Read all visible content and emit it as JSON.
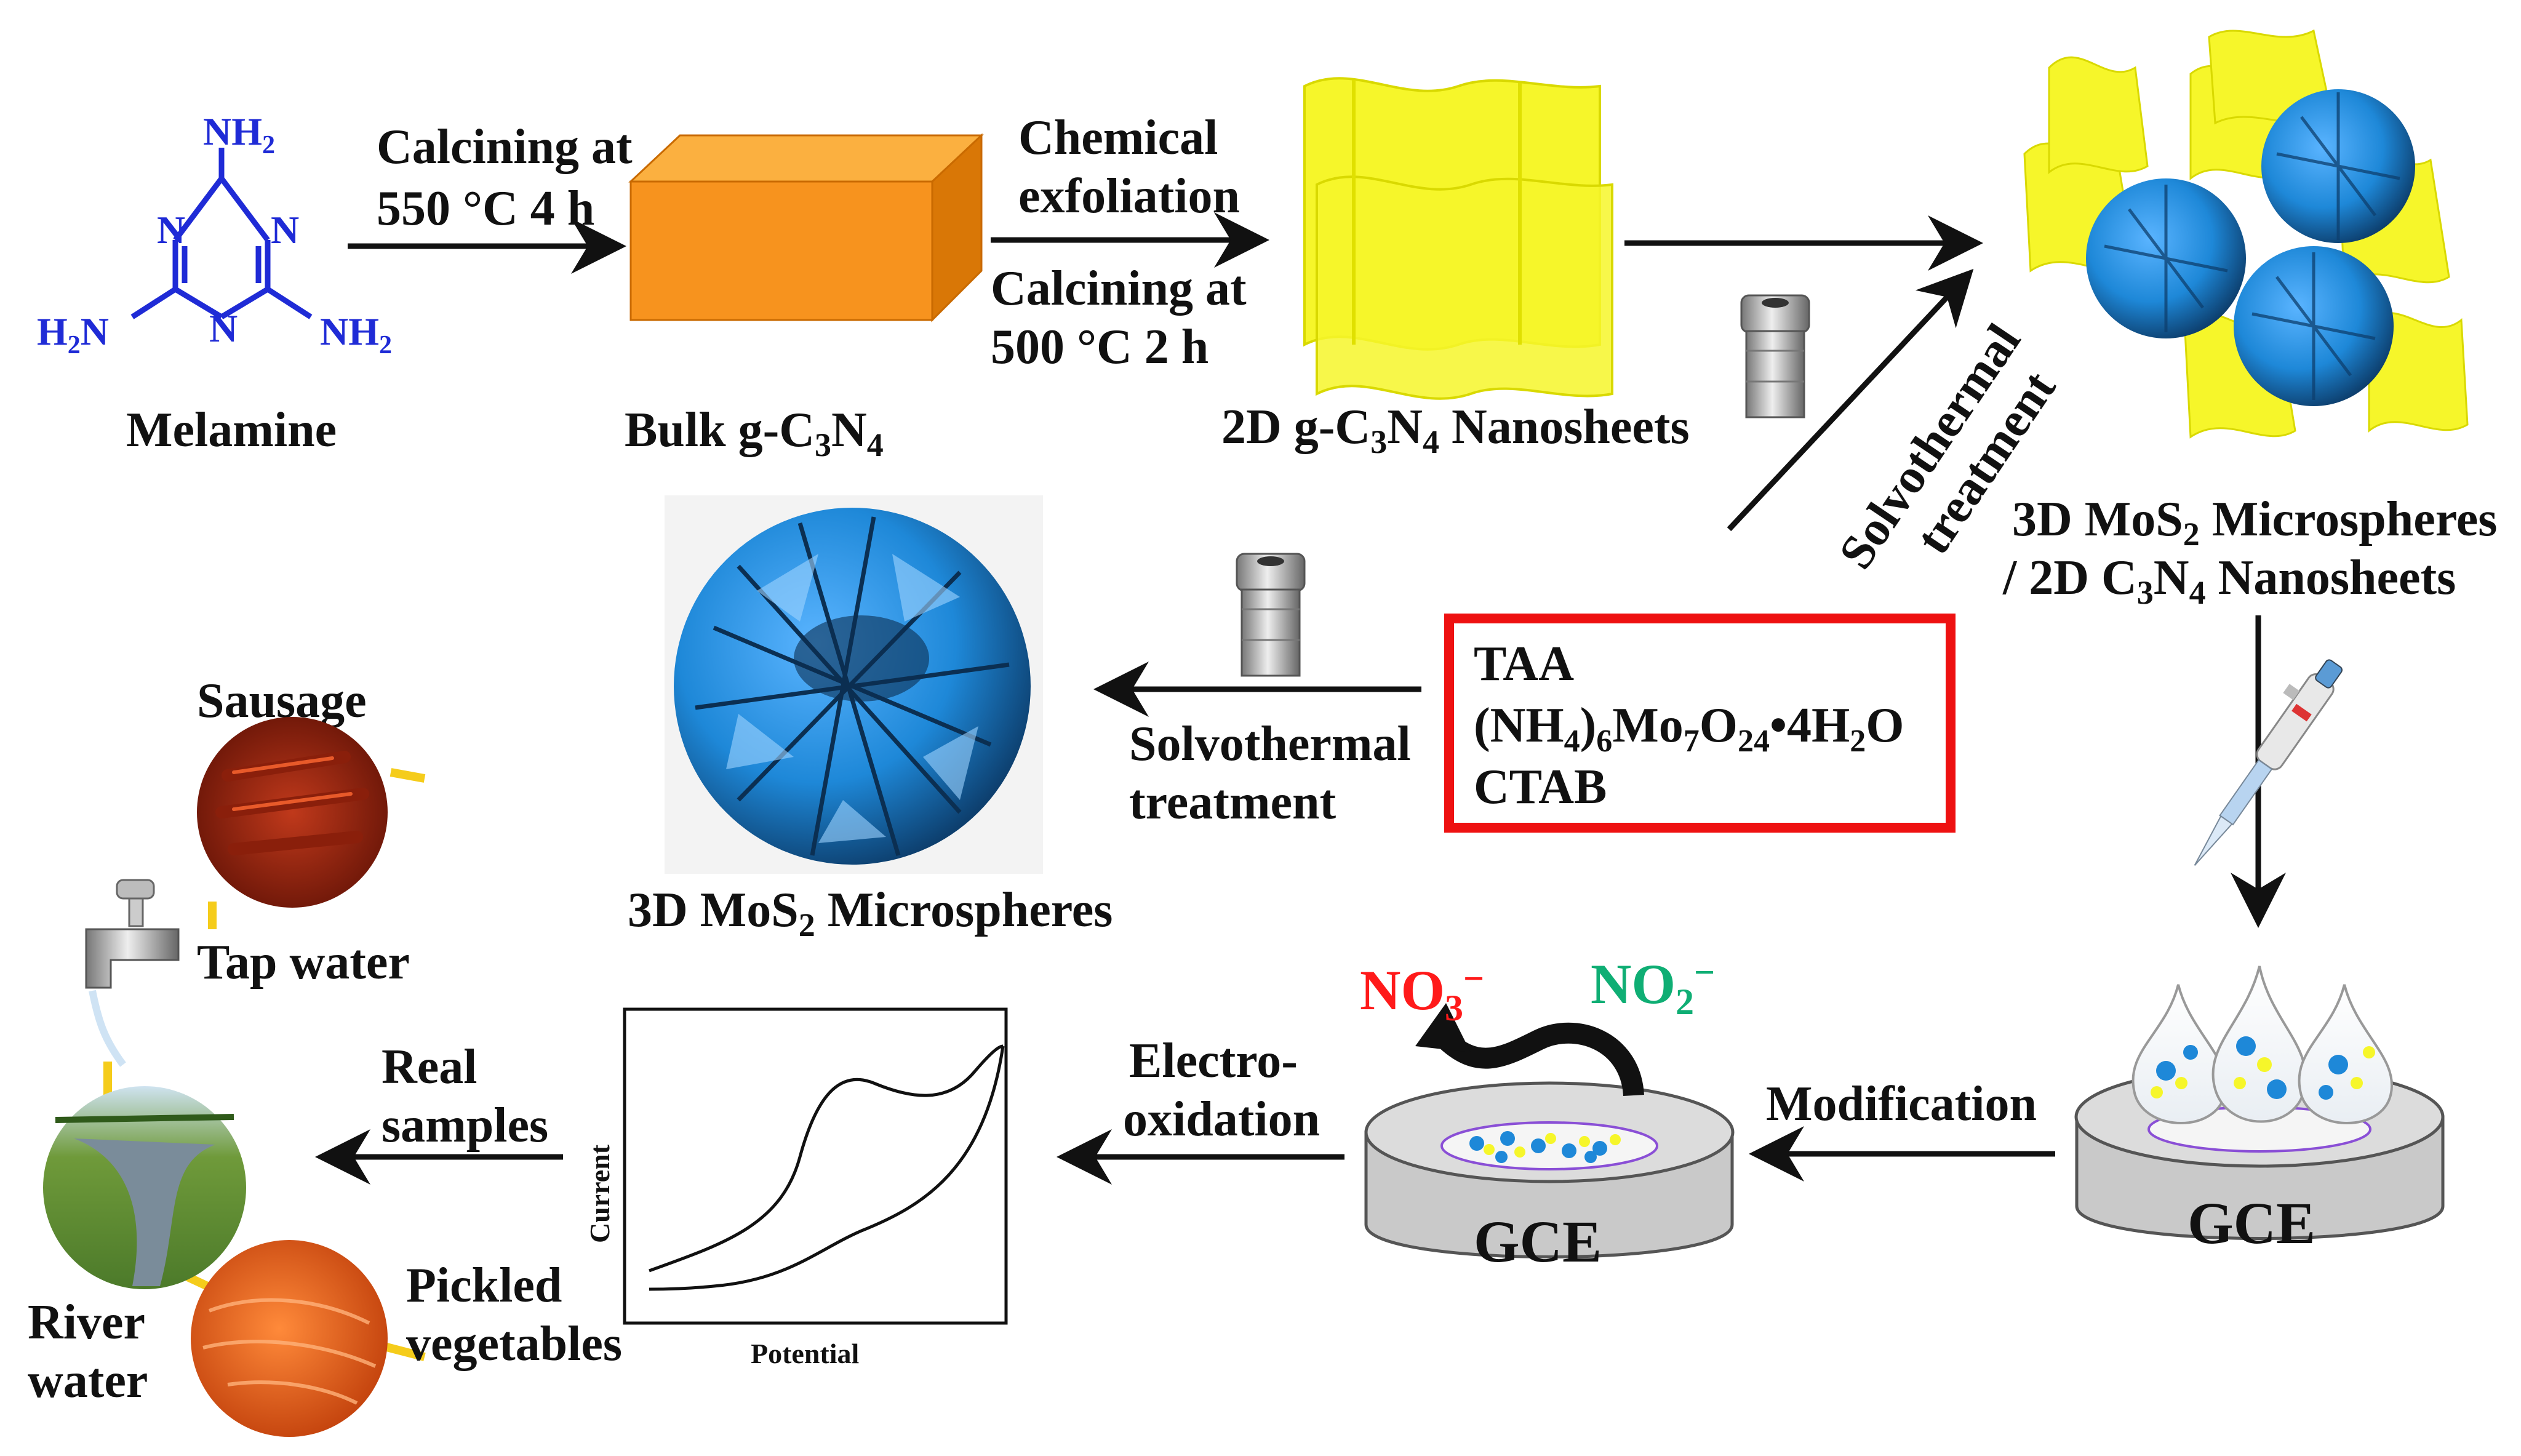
{
  "colors": {
    "molecule": "#1f2bd6",
    "bulk_front": "#f7931e",
    "bulk_top": "#fbb040",
    "bulk_side": "#d97706",
    "nanosheet": "#f6f62a",
    "mos2_blue": "#1e88d8",
    "mos2_dark": "#0d3f6e",
    "nitrate": "#ff1a1a",
    "nitrite": "#0fae74",
    "reagent_box": "#ee1111",
    "electrode_grey": "#c9c9c9",
    "electrode_top": "#dcdcdc"
  },
  "icons": [
    "melamine-molecule-icon",
    "bulk-block-icon",
    "nanosheet-icon",
    "autoclave-icon",
    "composite-icon",
    "mos2-microsphere-icon",
    "pipette-icon",
    "electrode-icon",
    "faucet-icon",
    "sausage-photo-icon",
    "river-photo-icon",
    "pickled-vegetables-photo-icon",
    "cv-curve-icon"
  ],
  "melamine": {
    "label": "Melamine",
    "nh2": "NH",
    "sub2": "2",
    "h2n": "H",
    "n": "N"
  },
  "step1": {
    "line1": "Calcining at",
    "line2": "550 °C 4 h"
  },
  "bulk": {
    "pre": "Bulk g-C",
    "sub3": "3",
    "n": "N",
    "sub4": "4"
  },
  "step2": {
    "top1": "Chemical",
    "top2": "exfoliation",
    "bot1": "Calcining at",
    "bot2": "500 °C 2 h"
  },
  "nanosheets": {
    "pre": "2D g-C",
    "sub3": "3",
    "n": "N",
    "sub4": "4",
    "post": " Nanosheets"
  },
  "solvo_diag": {
    "line1": "Solvothermal",
    "line2": "treatment"
  },
  "composite": {
    "l1pre": "3D MoS",
    "l1sub": "2",
    "l1post": " Microspheres",
    "l2pre": "/ 2D C",
    "l2sub3": "3",
    "l2n": "N",
    "l2sub4": "4",
    "l2post": " Nanosheets"
  },
  "reagents": {
    "line1": "TAA",
    "line2a": "(NH",
    "line2s1": "4",
    "line2b": ")",
    "line2s2": "6",
    "line2c": "Mo",
    "line2s3": "7",
    "line2d": "O",
    "line2s4": "24",
    "line2e": "•4H",
    "line2s5": "2",
    "line2f": "O",
    "line3": "CTAB"
  },
  "solvo_left": {
    "line1": "Solvothermal",
    "line2": "treatment"
  },
  "microspheres": {
    "pre": "3D MoS",
    "sub": "2",
    "post": " Microspheres"
  },
  "samples": {
    "sausage": "Sausage",
    "tap": "Tap water",
    "river1": "River",
    "river2": "water",
    "pickled1": "Pickled",
    "pickled2": "vegetables"
  },
  "real_samples": {
    "line1": "Real",
    "line2": "samples"
  },
  "cv_plot": {
    "ylabel": "Current",
    "xlabel": "Potential"
  },
  "electro": {
    "line1": "Electro-",
    "line2": "oxidation"
  },
  "ions": {
    "no3": "NO",
    "no3sub": "3",
    "no3sup": "−",
    "no2": "NO",
    "no2sub": "2",
    "no2sup": "−"
  },
  "gce": {
    "label_left": "GCE",
    "label_right": "GCE"
  },
  "modification": {
    "label": "Modification"
  }
}
